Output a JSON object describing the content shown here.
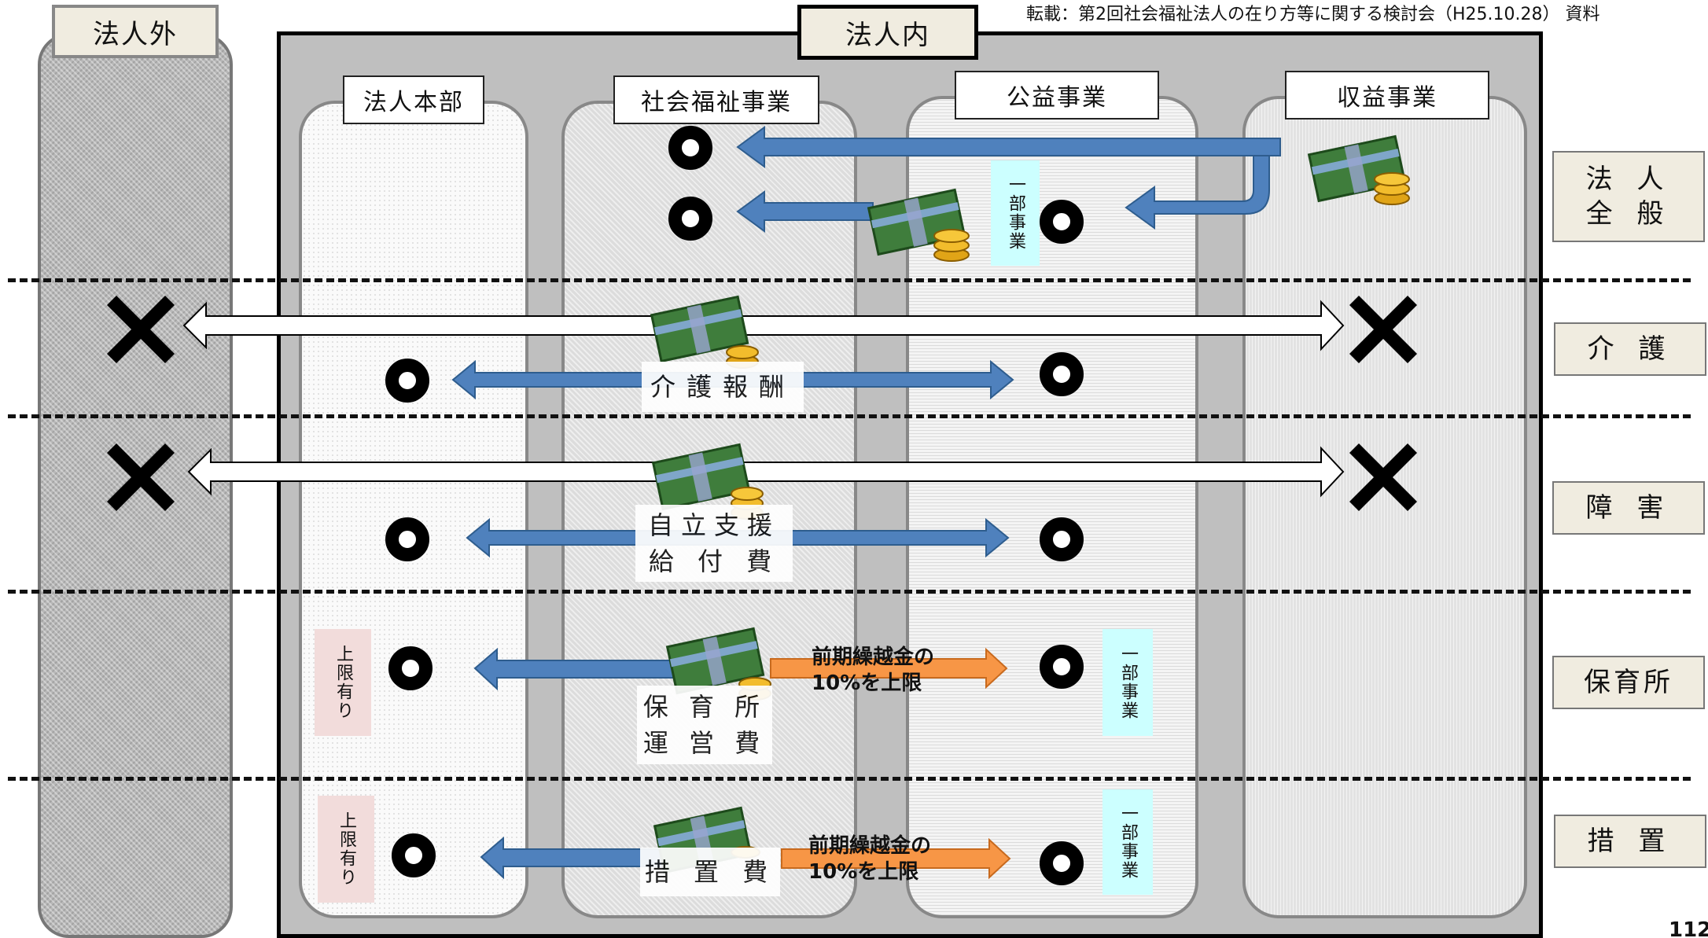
{
  "header": {
    "source_note": "転載：第2回社会福祉法人の在り方等に関する検討会（H25.10.28） 資料",
    "page_number": "112"
  },
  "outside": {
    "label": "法人外"
  },
  "inside": {
    "label": "法人内"
  },
  "columns": {
    "hq": "法人本部",
    "social_welfare": "社会福祉事業",
    "public_interest": "公益事業",
    "profit": "収益事業"
  },
  "categories": {
    "general": "法 人\n全 般",
    "care": "介 護",
    "disability": "障 害",
    "nursery": "保育所",
    "welfare_measure": "措 置"
  },
  "tags": {
    "care_fee": "介護報酬",
    "independence_support": "自立支援\n給 付 費",
    "nursery_fee": "保 育 所\n運 営 費",
    "measure_fee": "措 置 費"
  },
  "side_tags": {
    "partial_business": "一部事業",
    "upper_limit": "上限有り"
  },
  "notes": {
    "carryover_limit": "前期繰越金の\n10%を上限"
  },
  "colors": {
    "blue_arrow": "#4f81bd",
    "orange_arrow": "#f79646",
    "cyan_tag": "#ccffff",
    "pink_tag": "#f2dcdb",
    "category_bg": "#f0ece0"
  },
  "icons": [
    "money-bundle-icon",
    "circle-ok-mark",
    "cross-ng-mark"
  ]
}
